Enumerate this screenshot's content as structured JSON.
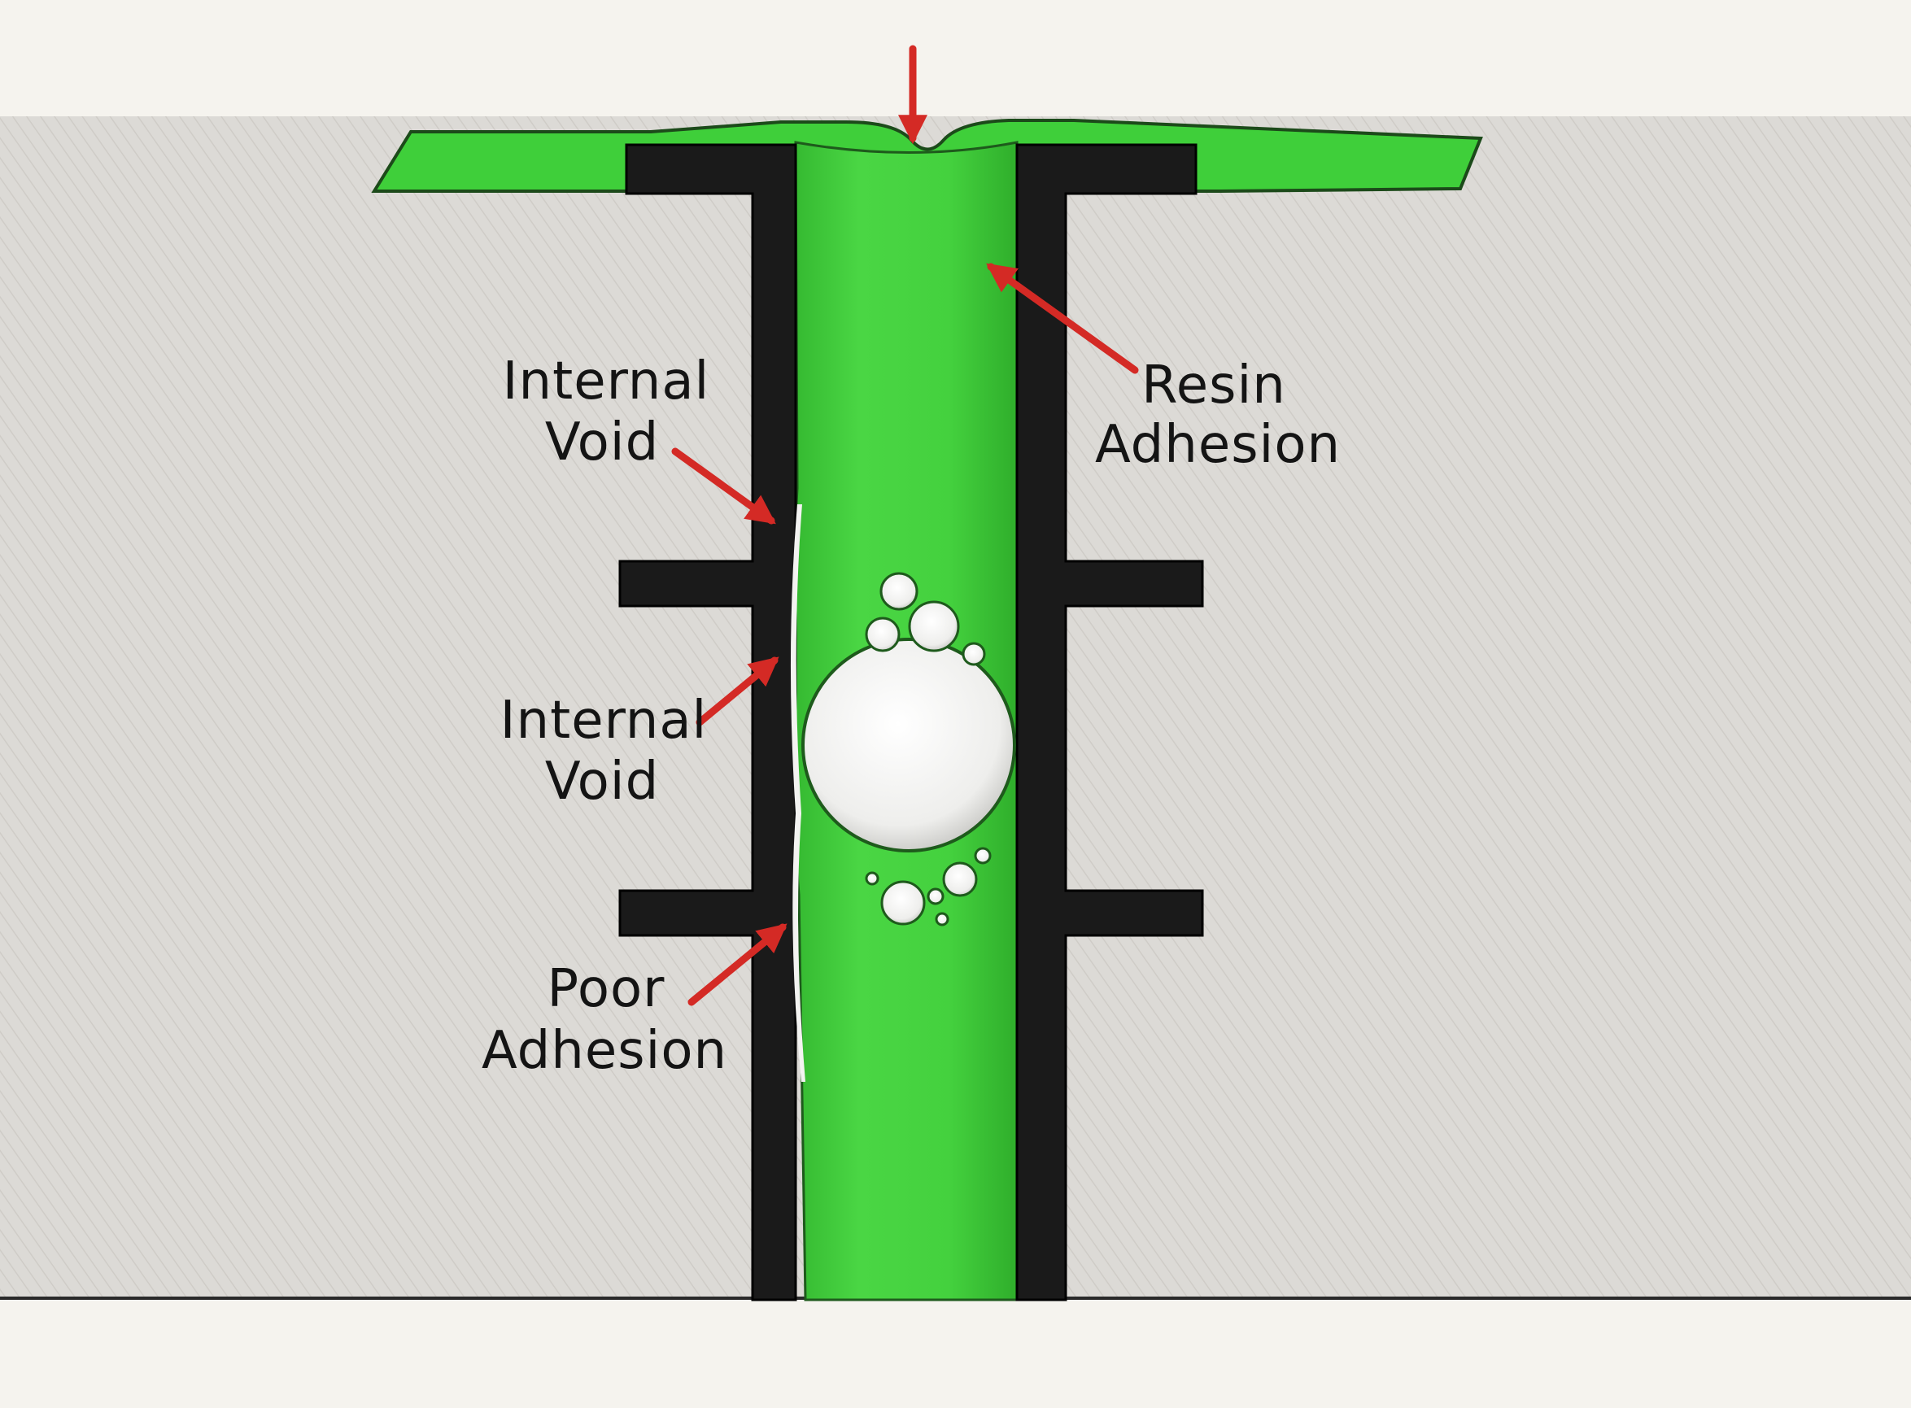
{
  "colors": {
    "background": "#f5f3ee",
    "substrate": "#dcdad6",
    "resin": "#3fcf3a",
    "pattern": "#1a1a1a",
    "arrow": "#d42a25",
    "void": "#f3f3f1"
  },
  "labels": {
    "void_top_line1": "Internal",
    "void_top_line2": "Void",
    "void_mid_line1": "Internal",
    "void_mid_line2": "Void",
    "poor_line1": "Poor",
    "poor_line2": "Adhesion",
    "resin_line1": "Resin",
    "resin_line2": "Adhesion"
  }
}
